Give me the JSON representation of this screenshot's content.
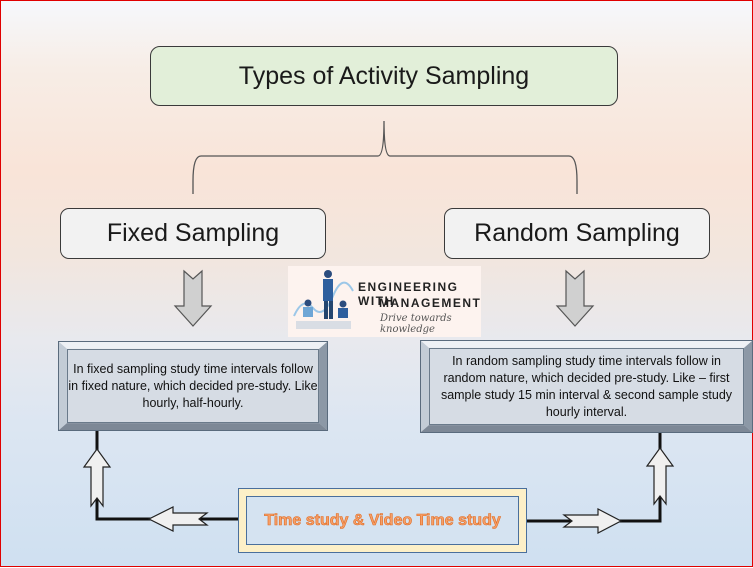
{
  "diagram": {
    "root": {
      "label": "Types of Activity Sampling"
    },
    "types": [
      {
        "label": "Fixed Sampling",
        "description": "In fixed sampling study time intervals follow in fixed nature, which decided pre-study. Like hourly, half-hourly."
      },
      {
        "label": "Random Sampling",
        "description": "In random sampling study time intervals follow in random nature, which decided pre-study. Like – first sample study 15 min interval & second sample study hourly interval."
      }
    ],
    "center": {
      "label": "Time study & Video Time study"
    },
    "logo": {
      "line1": "ENGINEERING WITH",
      "line2": "MANAGEMENT",
      "tagline": "Drive towards knowledge"
    },
    "colors": {
      "border": "#e00000",
      "root_fill": "#e2efd9",
      "type_fill": "#f2f2f2",
      "desc_fill": "#d6dce4",
      "center_outer": "#fdf0c8",
      "center_inner": "#d5e3f1",
      "center_text": "#f6a06a"
    }
  }
}
